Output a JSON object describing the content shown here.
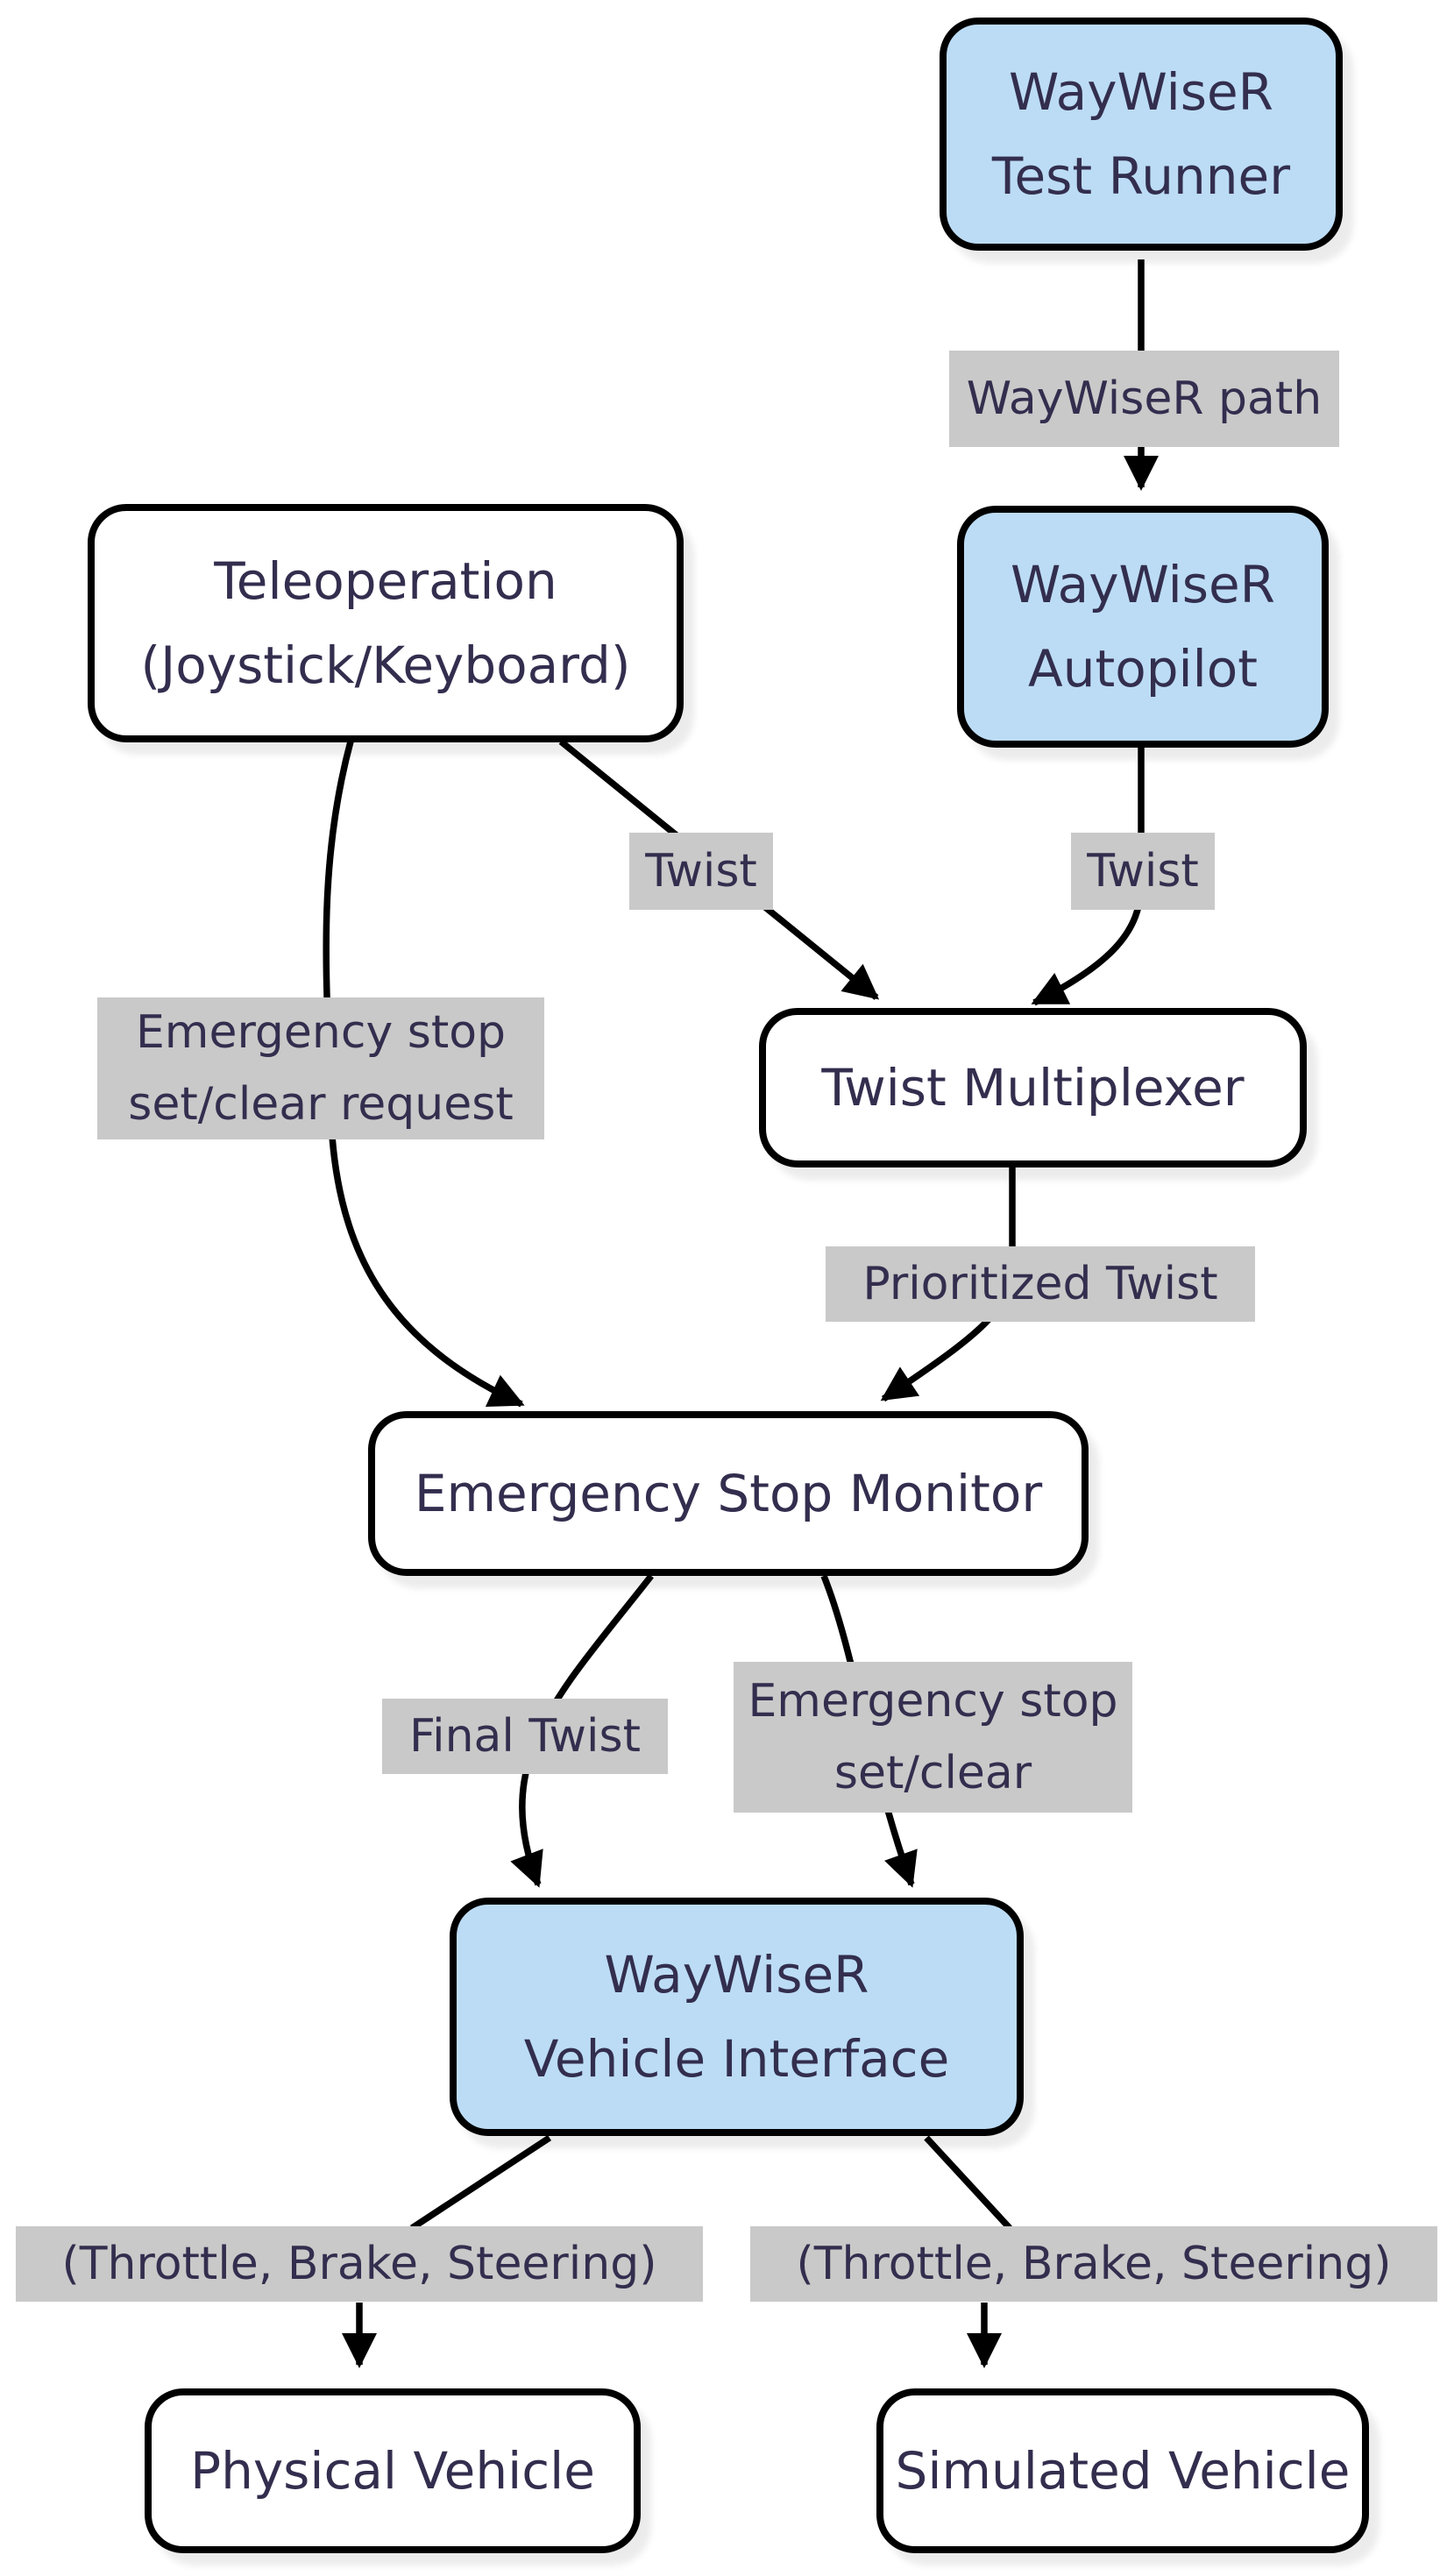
{
  "colors": {
    "node_highlight_fill": "#bcdcf5",
    "node_default_fill": "#ffffff",
    "node_border": "#000000",
    "node_text": "#332e4e",
    "edge_label_bg": "#c9c9c9",
    "edge_label_text": "#332e4e",
    "edge_stroke": "#000000",
    "canvas_bg": "#ffffff"
  },
  "nodes": {
    "test_runner": {
      "lines": [
        "WayWiseR",
        "Test Runner"
      ]
    },
    "autopilot": {
      "lines": [
        "WayWiseR",
        "Autopilot"
      ]
    },
    "teleoperation": {
      "lines": [
        "Teleoperation",
        "(Joystick/Keyboard)"
      ]
    },
    "twist_multiplexer": {
      "label": "Twist Multiplexer"
    },
    "emergency_stop_monitor": {
      "label": "Emergency Stop Monitor"
    },
    "vehicle_interface": {
      "lines": [
        "WayWiseR",
        "Vehicle Interface"
      ]
    },
    "physical_vehicle": {
      "label": "Physical Vehicle"
    },
    "simulated_vehicle": {
      "label": "Simulated Vehicle"
    }
  },
  "edge_labels": {
    "waywiser_path": {
      "label": "WayWiseR path"
    },
    "twist_from_teleoperation": {
      "label": "Twist"
    },
    "twist_from_autopilot": {
      "label": "Twist"
    },
    "emergency_stop_request": {
      "lines": [
        "Emergency stop",
        "set/clear request"
      ]
    },
    "prioritized_twist": {
      "label": "Prioritized Twist"
    },
    "final_twist": {
      "label": "Final Twist"
    },
    "emergency_stop_setclear": {
      "lines": [
        "Emergency stop",
        "set/clear"
      ]
    },
    "throttle_brake_steering_left": {
      "label": "(Throttle, Brake, Steering)"
    },
    "throttle_brake_steering_right": {
      "label": "(Throttle, Brake, Steering)"
    }
  }
}
